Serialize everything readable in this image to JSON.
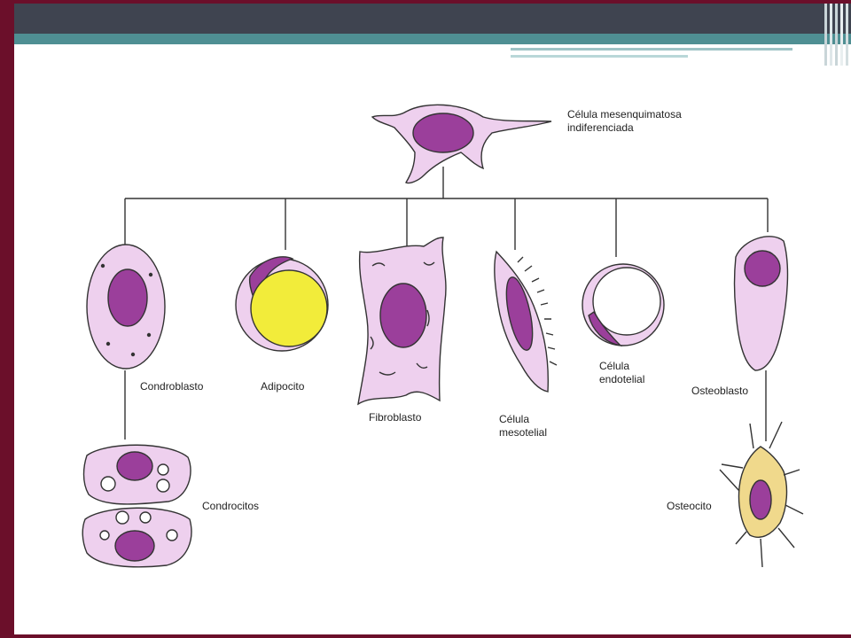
{
  "labels": {
    "mesenchymal_line1": "Célula mesenquimatosa",
    "mesenchymal_line2": "indiferenciada",
    "chondroblast": "Condroblasto",
    "adipocyte": "Adipocito",
    "fibroblast": "Fibroblasto",
    "mesothelial_line1": "Célula",
    "mesothelial_line2": "mesotelial",
    "endothelial_line1": "Célula",
    "endothelial_line2": "endotelial",
    "osteoblast": "Osteoblasto",
    "chondrocytes": "Condrocitos",
    "osteocyte": "Osteocito"
  },
  "colors": {
    "frame": "#6b0f2a",
    "header_dark": "#3f4450",
    "header_teal": "#4f8f93",
    "cell_cytoplasm": "#eed0ee",
    "nucleus": "#9b3f9b",
    "fat_droplet": "#f2ec3a",
    "osteocyte_cytoplasm": "#f0d98c",
    "outline": "#333333"
  }
}
